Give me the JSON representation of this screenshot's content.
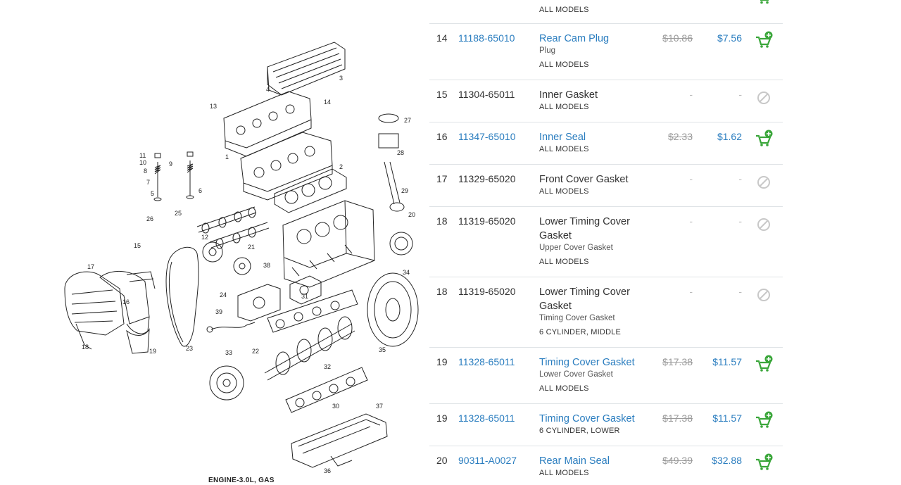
{
  "diagram": {
    "caption": "ENGINE-3.0L, GAS",
    "callouts": [
      "1",
      "2",
      "3",
      "4",
      "5",
      "6",
      "7",
      "8",
      "9",
      "10",
      "11",
      "12",
      "13",
      "14",
      "15",
      "16",
      "17",
      "18",
      "19",
      "20",
      "21",
      "22",
      "23",
      "24",
      "25",
      "26",
      "27",
      "28",
      "29",
      "30",
      "31",
      "32",
      "33",
      "34",
      "35",
      "36",
      "37",
      "38",
      "39"
    ]
  },
  "colors": {
    "link": "#2a7dbf",
    "cart_green": "#3aa63a",
    "unavailable": "#c8c8c8",
    "divider": "#dfe3e6"
  },
  "parts": {
    "top_row_models": "ALL MODELS",
    "rows": [
      {
        "ref": "14",
        "part_number": "11188-65010",
        "name": "Rear Cam Plug",
        "sub": "Plug",
        "models": "ALL MODELS",
        "msrp": "$10.86",
        "price": "$7.56",
        "available": true,
        "action_icon": "add-to-cart-icon"
      },
      {
        "ref": "15",
        "part_number": "11304-65011",
        "name": "Inner Gasket",
        "sub": "",
        "models": "ALL MODELS",
        "msrp": "-",
        "price": "-",
        "available": false,
        "action_icon": "unavailable-icon"
      },
      {
        "ref": "16",
        "part_number": "11347-65010",
        "name": "Inner Seal",
        "sub": "",
        "models": "ALL MODELS",
        "msrp": "$2.33",
        "price": "$1.62",
        "available": true,
        "action_icon": "add-to-cart-icon"
      },
      {
        "ref": "17",
        "part_number": "11329-65020",
        "name": "Front Cover Gasket",
        "sub": "",
        "models": "ALL MODELS",
        "msrp": "-",
        "price": "-",
        "available": false,
        "action_icon": "unavailable-icon"
      },
      {
        "ref": "18",
        "part_number": "11319-65020",
        "name": "Lower Timing Cover Gasket",
        "sub": "Upper Cover Gasket",
        "models": "ALL MODELS",
        "msrp": "-",
        "price": "-",
        "available": false,
        "action_icon": "unavailable-icon"
      },
      {
        "ref": "18",
        "part_number": "11319-65020",
        "name": "Lower Timing Cover Gasket",
        "sub": "Timing Cover Gasket",
        "models": "6 CYLINDER, MIDDLE",
        "msrp": "-",
        "price": "-",
        "available": false,
        "action_icon": "unavailable-icon"
      },
      {
        "ref": "19",
        "part_number": "11328-65011",
        "name": "Timing Cover Gasket",
        "sub": "Lower Cover Gasket",
        "models": "ALL MODELS",
        "msrp": "$17.38",
        "price": "$11.57",
        "available": true,
        "action_icon": "add-to-cart-icon"
      },
      {
        "ref": "19",
        "part_number": "11328-65011",
        "name": "Timing Cover Gasket",
        "sub": "",
        "models": "6 CYLINDER, LOWER",
        "msrp": "$17.38",
        "price": "$11.57",
        "available": true,
        "action_icon": "add-to-cart-icon"
      },
      {
        "ref": "20",
        "part_number": "90311-A0027",
        "name": "Rear Main Seal",
        "sub": "",
        "models": "ALL MODELS",
        "msrp": "$49.39",
        "price": "$32.88",
        "available": true,
        "action_icon": "add-to-cart-icon"
      }
    ]
  }
}
